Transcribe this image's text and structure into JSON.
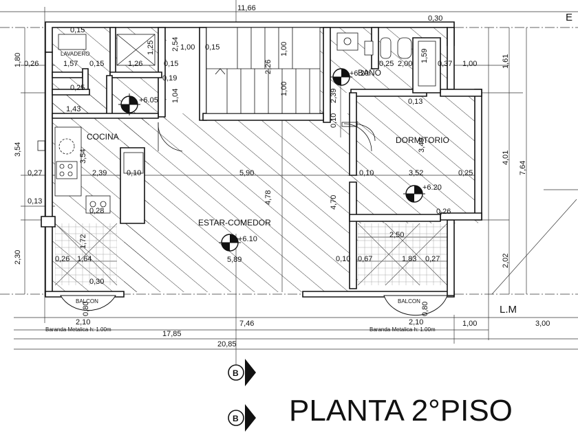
{
  "drawing": {
    "title": "PLANTA 2°PISO",
    "rooms": {
      "lavadero": "LAVADERO",
      "cocina": "COCINA",
      "bano": "BAÑO",
      "dormitorio": "DORMITORIO",
      "estar": "ESTAR-COMEDOR",
      "balcon_left": "BALCON",
      "balcon_right": "BALCON"
    },
    "levels": {
      "cocina": "+6.05",
      "bano": "+6.20",
      "dormitorio": "+6.20",
      "estar": "+6.10"
    },
    "railing_note": "Baranda Metalica h: 1.00m",
    "line_marker": "L.M",
    "edge_label": "E",
    "section_marker": "B",
    "dimensions": {
      "top_total": "11,66",
      "top_right": "0,30",
      "overall_1": "17,85",
      "overall_2": "20,85",
      "bottom_mid": "7,46",
      "bottom_r1": "1,00",
      "bottom_r2": "3,00",
      "bal_left": "2,10",
      "bal_right": "2,10",
      "bal_left_v": "0,80",
      "bal_right_v": "0,80",
      "left_180": "1,80",
      "left_354": "3,54",
      "left_230": "2,30",
      "left_026": "0,26",
      "left_027": "0,27",
      "left_013": "0,13",
      "right_161": "1,61",
      "right_401": "4,01",
      "right_764": "7,64",
      "right_202": "2,02",
      "right_100": "1,00",
      "right_037": "0,37",
      "d_015a": "0,15",
      "d_157": "1,57",
      "d_015b": "0,15",
      "d_126": "1,26",
      "d_125": "1,25",
      "d_019": "0,19",
      "d_025": "0,25",
      "d_143": "1,43",
      "d_104": "1,04",
      "d_254": "2,54",
      "d_100a": "1,00",
      "d_015c": "0,15",
      "d_015d": "0,15",
      "d_100b": "1,00",
      "d_226": "2,26",
      "d_100c": "1,00",
      "d_239a": "2,39",
      "d_010a": "0,10",
      "d_025b": "0,25",
      "d_200": "2,00",
      "d_159": "1,59",
      "d_013": "0,13",
      "d_354b": "3,54",
      "d_239b": "2,39",
      "d_010b": "0,10",
      "d_590": "5,90",
      "d_478": "4,78",
      "d_470": "4,70",
      "d_010c": "0,10",
      "d_352": "3,52",
      "d_025c": "0,25",
      "d_349": "3,49",
      "d_026": "0,26",
      "d_250": "2,50",
      "d_172": "1,72",
      "d_026b": "0,26",
      "d_164": "1,64",
      "d_030": "0,30",
      "d_028": "0,28",
      "d_589": "5,89",
      "d_010d": "0,10",
      "d_067": "0,67",
      "d_183": "1,83",
      "d_027": "0,27"
    }
  }
}
